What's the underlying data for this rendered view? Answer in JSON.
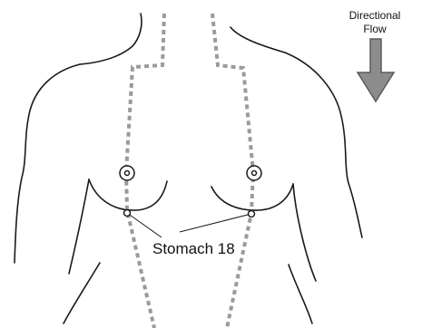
{
  "legend": {
    "line1": "Directional",
    "line2": "Flow",
    "arrow_direction": "down",
    "arrow_color": "#8c8c8c"
  },
  "point_label": "Stomach 18",
  "colors": {
    "meridian": "#9a9a9a",
    "outline": "#1a1a1a"
  }
}
